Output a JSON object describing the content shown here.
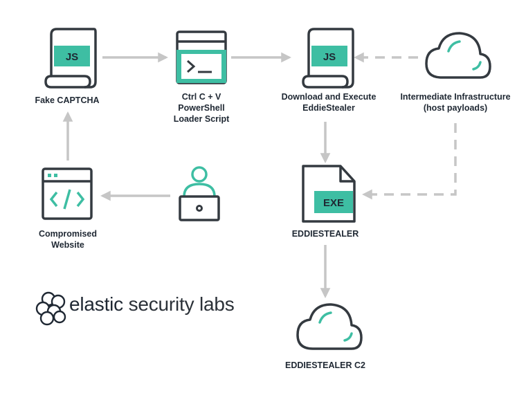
{
  "nodes": {
    "fake_captcha": {
      "badge": "JS",
      "label": [
        "Fake CAPTCHA"
      ]
    },
    "ctrl_cv": {
      "label": [
        "Ctrl C + V",
        "PowerShell",
        "Loader Script"
      ]
    },
    "download_exec": {
      "badge": "JS",
      "label": [
        "Download and Execute",
        "EddieStealer"
      ]
    },
    "intermediate": {
      "label": [
        "Intermediate Infrastructure",
        "(host payloads)"
      ]
    },
    "compromised_site": {
      "label": [
        "Compromised",
        "Website"
      ]
    },
    "user": {
      "label": []
    },
    "eddiestealer": {
      "badge": "EXE",
      "label": [
        "EDDIESTEALER"
      ]
    },
    "c2": {
      "label": [
        "EDDIESTEALER C2"
      ]
    }
  },
  "logo": {
    "word1": "elastic",
    "word2": "security labs",
    "icon": "elastic-logo-icon"
  },
  "colors": {
    "teal": "#3ebeA3",
    "dark": "#1f2833",
    "arrow": "#c6c6c6",
    "icon_outline": "#343a40"
  }
}
